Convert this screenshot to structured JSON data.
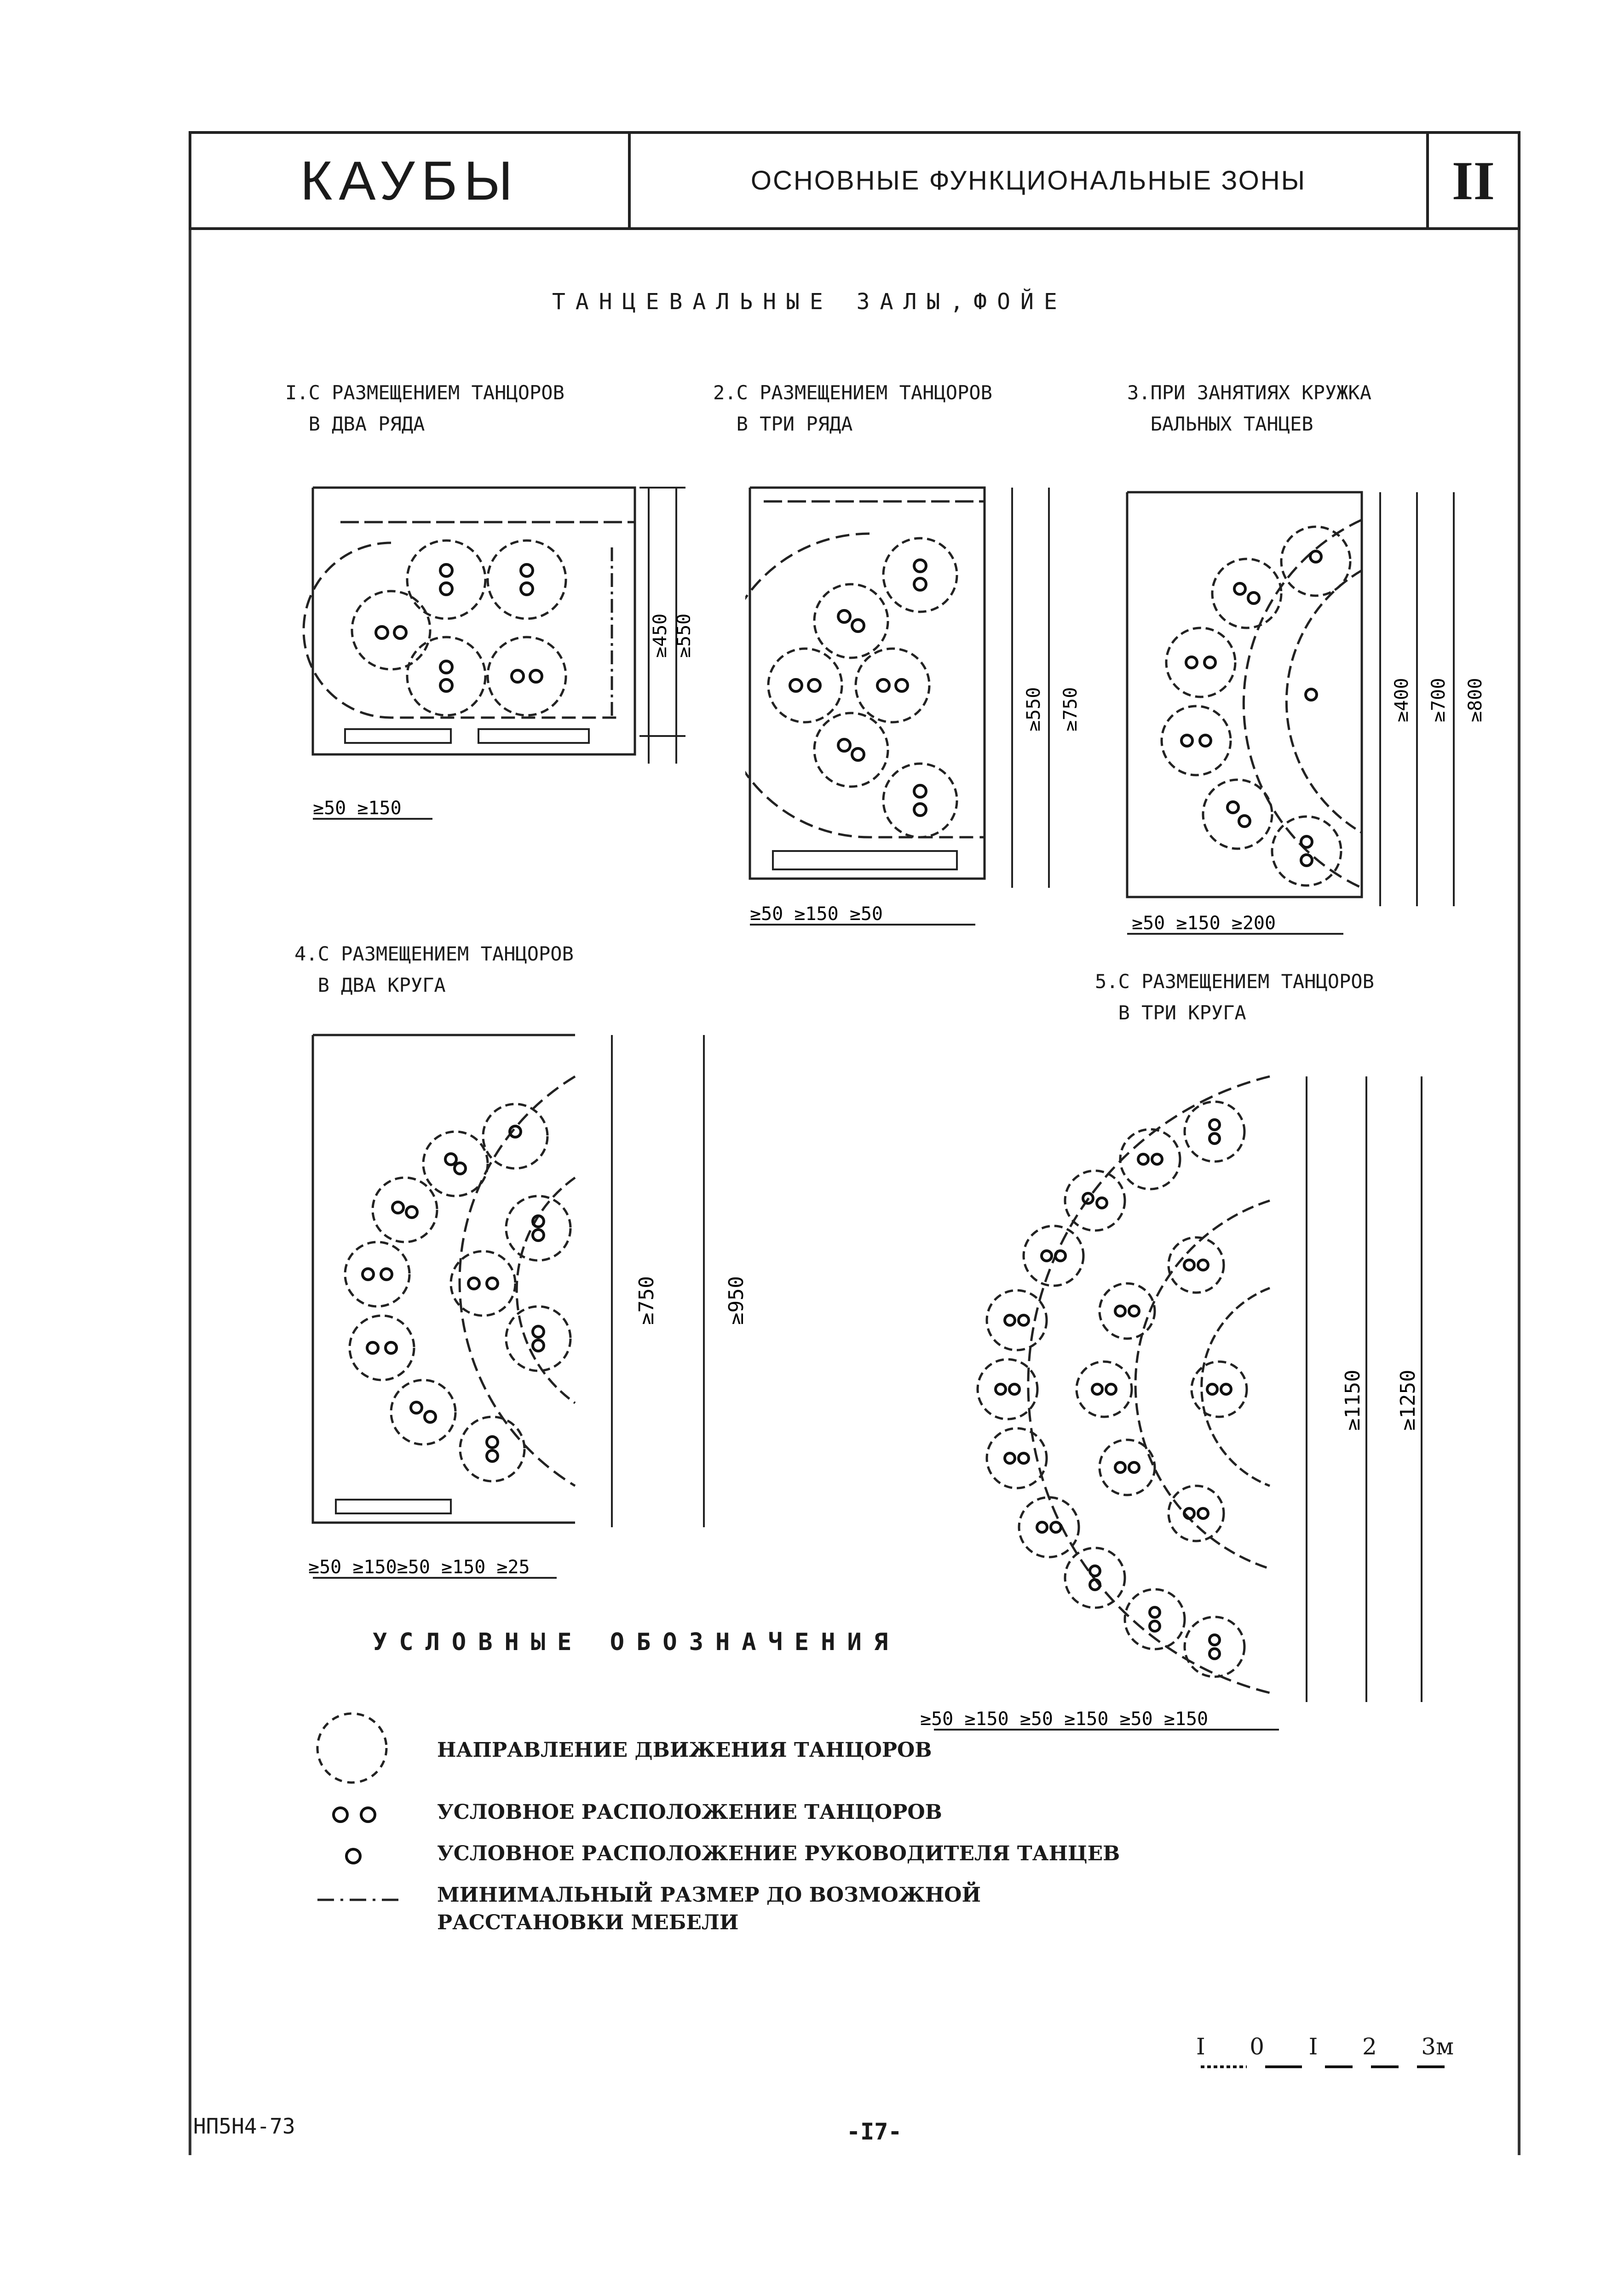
{
  "header": {
    "logo": "КАУБЫ",
    "title": "ОСНОВНЫЕ ФУНКЦИОНАЛЬНЫЕ ЗОНЫ",
    "section": "II"
  },
  "heading": "ТАНЦЕВАЛЬНЫЕ ЗАЛЫ,ФОЙЕ",
  "plans": [
    {
      "caption": "I.С РАЗМЕЩЕНИЕМ ТАНЦОРОВ\n  В ДВА РЯДА",
      "bottom_dims": "≥50 ≥150",
      "side_dims": [
        "≥450",
        "≥550"
      ]
    },
    {
      "caption": "2.С РАЗМЕЩЕНИЕМ ТАНЦОРОВ\n  В ТРИ РЯДА",
      "bottom_dims": "≥50 ≥150 ≥50",
      "side_dims": [
        "≥550",
        "≥750"
      ]
    },
    {
      "caption": "3.ПРИ ЗАНЯТИЯХ КРУЖКА\n  БАЛЬНЫХ ТАНЦЕВ",
      "bottom_dims": "≥50 ≥150  ≥200",
      "side_dims": [
        "≥400",
        "≥700",
        "≥800"
      ]
    },
    {
      "caption": "4.С РАЗМЕЩЕНИЕМ ТАНЦОРОВ\n  В ДВА КРУГА",
      "bottom_dims": "≥50 ≥150≥50 ≥150 ≥25",
      "side_dims": [
        "≥750",
        "≥950"
      ]
    },
    {
      "caption": "5.С РАЗМЕЩЕНИЕМ ТАНЦОРОВ\n  В ТРИ КРУГА",
      "bottom_dims": "≥50 ≥150 ≥50 ≥150 ≥50 ≥150",
      "side_dims": [
        "≥1150",
        "≥1250"
      ]
    }
  ],
  "legend": {
    "title": "УСЛОВНЫЕ ОБОЗНАЧЕНИЯ",
    "items": [
      {
        "icon": "dashed-circle-icon",
        "text": "НАПРАВЛЕНИЕ ДВИЖЕНИЯ ТАНЦОРОВ"
      },
      {
        "icon": "dancer-pair-icon",
        "text": "УСЛОВНОЕ РАСПОЛОЖЕНИЕ ТАНЦОРОВ"
      },
      {
        "icon": "leader-icon",
        "text": "УСЛОВНОЕ РАСПОЛОЖЕНИЕ РУКОВОДИТЕЛЯ ТАНЦЕВ"
      },
      {
        "icon": "dash-dot-line-icon",
        "text": "МИНИМАЛЬНЫЙ РАЗМЕР ДО ВОЗМОЖНОЙ\nРАССТАНОВКИ МЕБЕЛИ"
      }
    ]
  },
  "scale": {
    "labels": [
      "I",
      "0",
      "I",
      "2",
      "3м"
    ]
  },
  "footer": {
    "code": "НП5Н4-73",
    "page": "-I7-"
  }
}
